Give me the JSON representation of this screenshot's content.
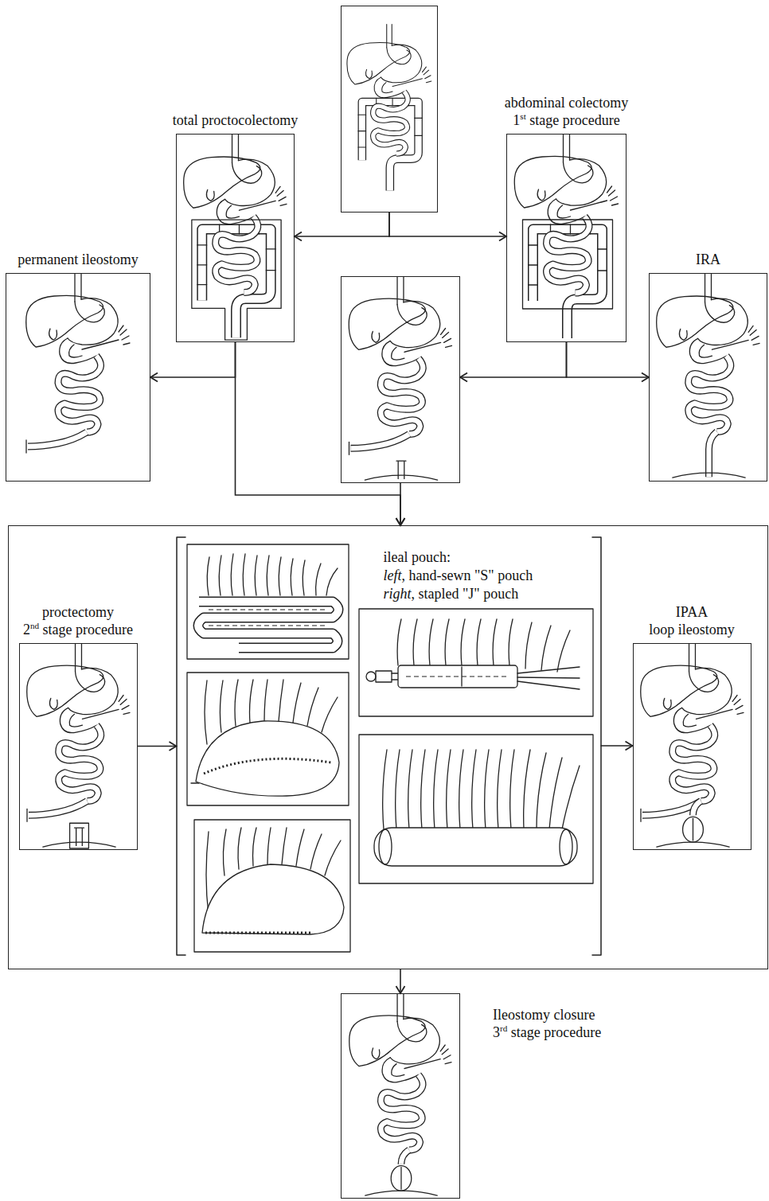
{
  "diagram": {
    "nodes": [
      {
        "text": []
      },
      {
        "text": [
          "total proctocolectomy"
        ]
      },
      {
        "text": [
          "abdominal colectomy 1st stage procedure"
        ]
      },
      {
        "text": [
          "permanent ileostomy"
        ]
      },
      {
        "text": []
      },
      {
        "text": [
          "IRA"
        ]
      },
      {
        "text": []
      },
      {
        "text": [
          "proctectomy 2nd stage procedure"
        ],
        "in": 6
      },
      {
        "text": [
          "ileal pouch:",
          "left, hand-sewn \"S\" pouch",
          "right, stapled \"J\" pouch"
        ],
        "in": 6
      },
      {
        "text": [
          "IPAA loop ileostomy"
        ],
        "in": 6
      },
      {
        "text": [
          "Ileostomy closure 3rd stage procedure"
        ]
      }
    ],
    "edges": [
      {
        "from": 0,
        "to": 1,
        "arrow": "to"
      },
      {
        "from": 0,
        "to": 2,
        "arrow": "to"
      },
      {
        "from": 1,
        "to": 3,
        "arrow": "to"
      },
      {
        "from": 1,
        "to": 6,
        "arrow": "to"
      },
      {
        "from": 2,
        "to": 4,
        "arrow": "to"
      },
      {
        "from": 2,
        "to": 5,
        "arrow": "to"
      },
      {
        "from": 4,
        "to": 6,
        "arrow": "to"
      },
      {
        "from": 7,
        "to": 8,
        "arrow": "to"
      },
      {
        "from": 8,
        "to": 9,
        "arrow": "to"
      },
      {
        "from": 6,
        "to": 10,
        "arrow": "to"
      }
    ]
  }
}
